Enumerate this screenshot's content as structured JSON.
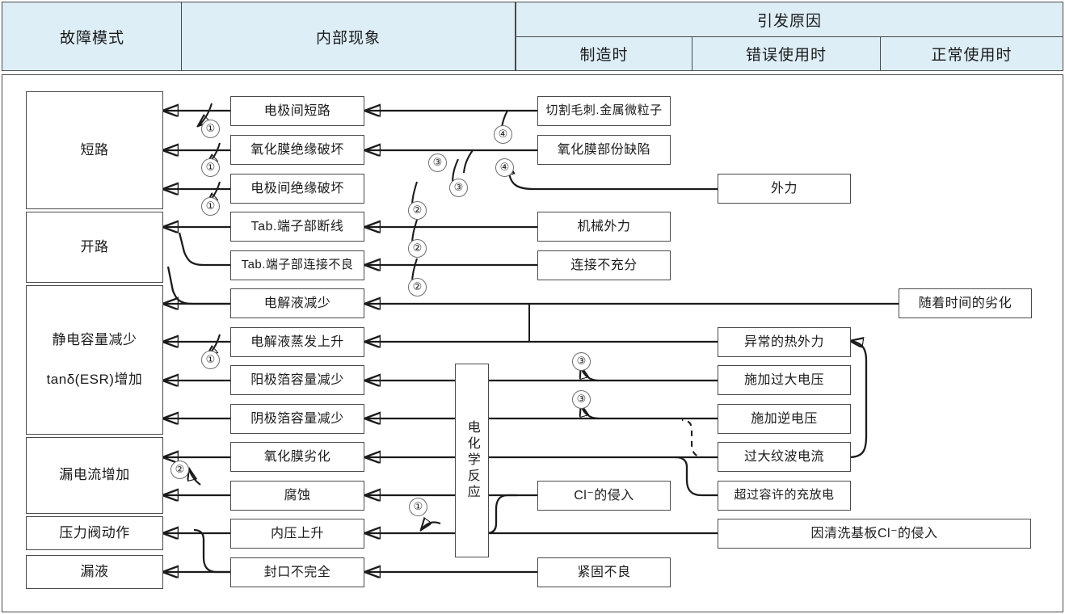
{
  "header": {
    "failure_mode": "故障模式",
    "internal_phenomenon": "内部现象",
    "cause": "引发原因",
    "cause_sub": [
      "制造时",
      "错误使用时",
      "正常使用时"
    ]
  },
  "failure_modes": [
    {
      "label": "短路"
    },
    {
      "label": "开路"
    },
    {
      "label_line1": "静电容量减少",
      "label_line2": "tanδ(ESR)增加"
    },
    {
      "label": "漏电流增加"
    },
    {
      "label": "压力阀动作"
    },
    {
      "label": "漏液"
    }
  ],
  "internal_phenomena": [
    {
      "label": "电极间短路"
    },
    {
      "label": "氧化膜绝缘破坏"
    },
    {
      "label": "电极间绝缘破坏"
    },
    {
      "label": "Tab.端子部断线"
    },
    {
      "label": "Tab.端子部连接不良"
    },
    {
      "label": "电解液减少"
    },
    {
      "label": "电解液蒸发上升"
    },
    {
      "label": "阳极箔容量减少"
    },
    {
      "label": "阴极箔容量减少"
    },
    {
      "label": "氧化膜劣化"
    },
    {
      "label": "腐蚀"
    },
    {
      "label": "内压上升"
    },
    {
      "label": "封口不完全"
    }
  ],
  "reaction_box": {
    "label": "电化学反应"
  },
  "causes_manufacturing": [
    {
      "label": "切割毛刺.金属微粒子"
    },
    {
      "label": "氧化膜部份缺陷"
    },
    {
      "label": "机械外力"
    },
    {
      "label": "连接不充分"
    },
    {
      "label": "Cl⁻的侵入"
    }
  ],
  "causes_misuse": [
    {
      "label": "外力"
    },
    {
      "label": "异常的热外力"
    },
    {
      "label": "施加过大电压"
    },
    {
      "label": "施加逆电压"
    },
    {
      "label": "过大纹波电流"
    },
    {
      "label": "超过容许的充放电"
    },
    {
      "label": "紧固不良"
    },
    {
      "label": "因清洗基板Cl⁻的侵入"
    }
  ],
  "causes_normal": [
    {
      "label": "随着时间的劣化"
    }
  ],
  "markers": [
    {
      "id": "m1",
      "label": "①"
    },
    {
      "id": "m2",
      "label": "①"
    },
    {
      "id": "m3",
      "label": "①"
    },
    {
      "id": "m4",
      "label": "①"
    },
    {
      "id": "m5",
      "label": "①"
    },
    {
      "id": "m6",
      "label": "②"
    },
    {
      "id": "m7",
      "label": "②"
    },
    {
      "id": "m8",
      "label": "②"
    },
    {
      "id": "m9",
      "label": "②"
    },
    {
      "id": "m10",
      "label": "③"
    },
    {
      "id": "m11",
      "label": "③"
    },
    {
      "id": "m12",
      "label": "③"
    },
    {
      "id": "m13",
      "label": "③"
    },
    {
      "id": "m14",
      "label": "④"
    },
    {
      "id": "m15",
      "label": "④"
    }
  ],
  "colors": {
    "header_fill": "#ddeef7",
    "border": "#4a4a4a",
    "line": "#1b1b1b",
    "text": "#1b1b1b",
    "page_bg": "#ffffff"
  }
}
